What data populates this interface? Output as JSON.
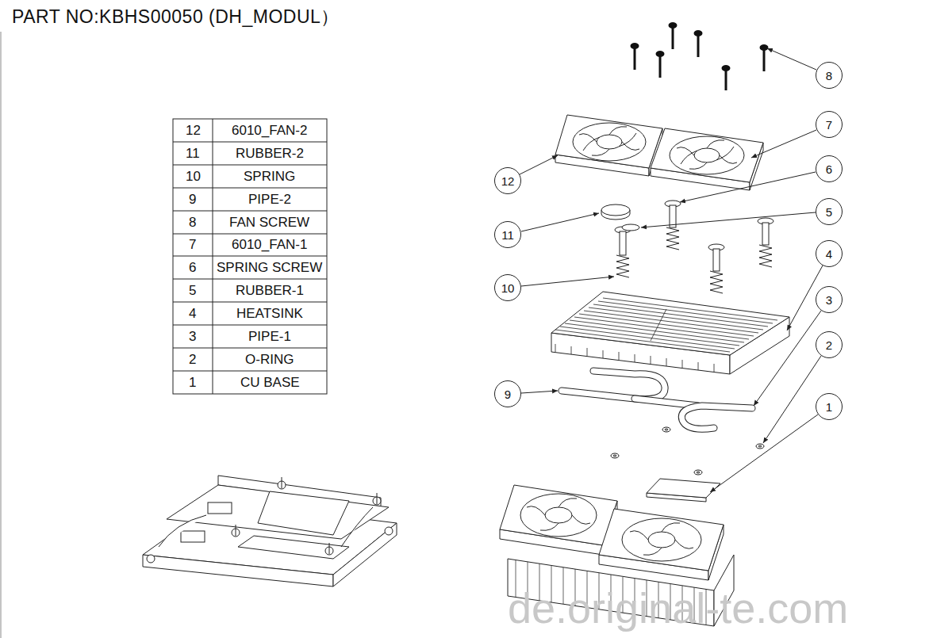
{
  "diagram": {
    "title": "PART NO:KBHS00050 (DH_MODUL）",
    "nodes": [
      {
        "text": [
          "8"
        ]
      },
      {
        "text": [
          "7"
        ]
      },
      {
        "text": [
          "6"
        ]
      },
      {
        "text": [
          "12"
        ]
      },
      {
        "text": [
          "5"
        ]
      },
      {
        "text": [
          "11"
        ]
      },
      {
        "text": [
          "4"
        ]
      },
      {
        "text": [
          "10"
        ]
      },
      {
        "text": [
          "3"
        ]
      },
      {
        "text": [
          "2"
        ]
      },
      {
        "text": [
          "9"
        ]
      },
      {
        "text": [
          "1"
        ]
      }
    ],
    "labels": [
      "12",
      "6010_FAN-2",
      "11",
      "RUBBER-2",
      "10",
      "SPRING",
      "9",
      "PIPE-2",
      "8",
      "FAN SCREW",
      "7",
      "6010_FAN-1",
      "6",
      "SPRING SCREW",
      "5",
      "RUBBER-1",
      "4",
      "HEATSINK",
      "3",
      "PIPE-1",
      "2",
      "O-RING",
      "1",
      "CU BASE",
      "de.original-te.com"
    ]
  }
}
